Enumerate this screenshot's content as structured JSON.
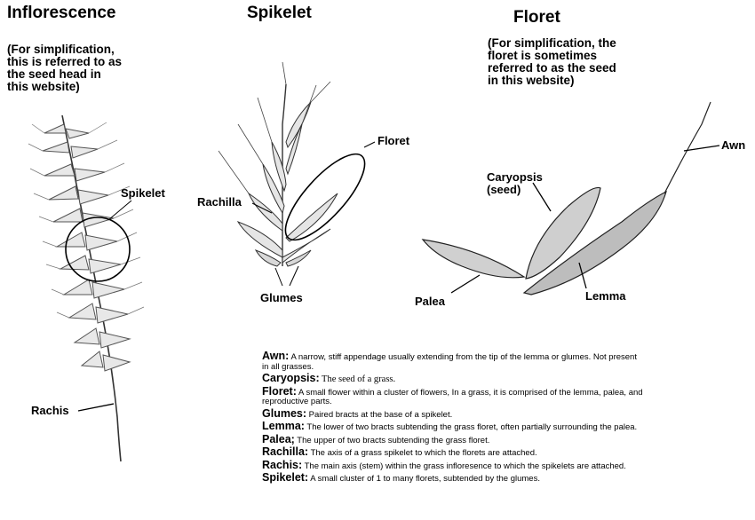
{
  "headings": {
    "inflorescence": "Inflorescence",
    "spikelet": "Spikelet",
    "floret": "Floret"
  },
  "notes": {
    "inflorescence": "(For simplification,\nthis is referred to as\nthe seed head in\nthis website)",
    "floret": "(For simplification, the\nfloret is sometimes\nreferred to as the seed\nin this website)"
  },
  "labels": {
    "spikelet": "Spikelet",
    "rachis": "Rachis",
    "floret": "Floret",
    "rachilla": "Rachilla",
    "glumes": "Glumes",
    "caryopsis": "Caryopsis\n(seed)",
    "awn": "Awn",
    "palea": "Palea",
    "lemma": "Lemma"
  },
  "glossary": [
    {
      "term": "Awn:",
      "definition": " A narrow, stiff appendage usually extending from the tip of the lemma or glumes. Not present in all grasses."
    },
    {
      "term": "Caryopsis:",
      "definition": " The seed of a grass."
    },
    {
      "term": "Floret:",
      "definition": " A small flower within a cluster of flowers, In a grass, it is comprised of the lemma, palea, and reproductive parts."
    },
    {
      "term": "Glumes:",
      "definition": " Paired bracts at the base of a spikelet."
    },
    {
      "term": "Lemma:",
      "definition": " The lower of two bracts subtending the grass floret, often partially surrounding the palea."
    },
    {
      "term": "Palea;",
      "definition": " The upper of two bracts subtending the grass floret."
    },
    {
      "term": "Rachilla:",
      "definition": " The axis of a grass spikelet to which the florets are attached."
    },
    {
      "term": "Rachis:",
      "definition": " The main axis (stem) within the grass infloresence to which the  spikelets are attached."
    },
    {
      "term": "Spikelet:",
      "definition": " A small cluster of 1 to many florets, subtended by the glumes."
    }
  ]
}
